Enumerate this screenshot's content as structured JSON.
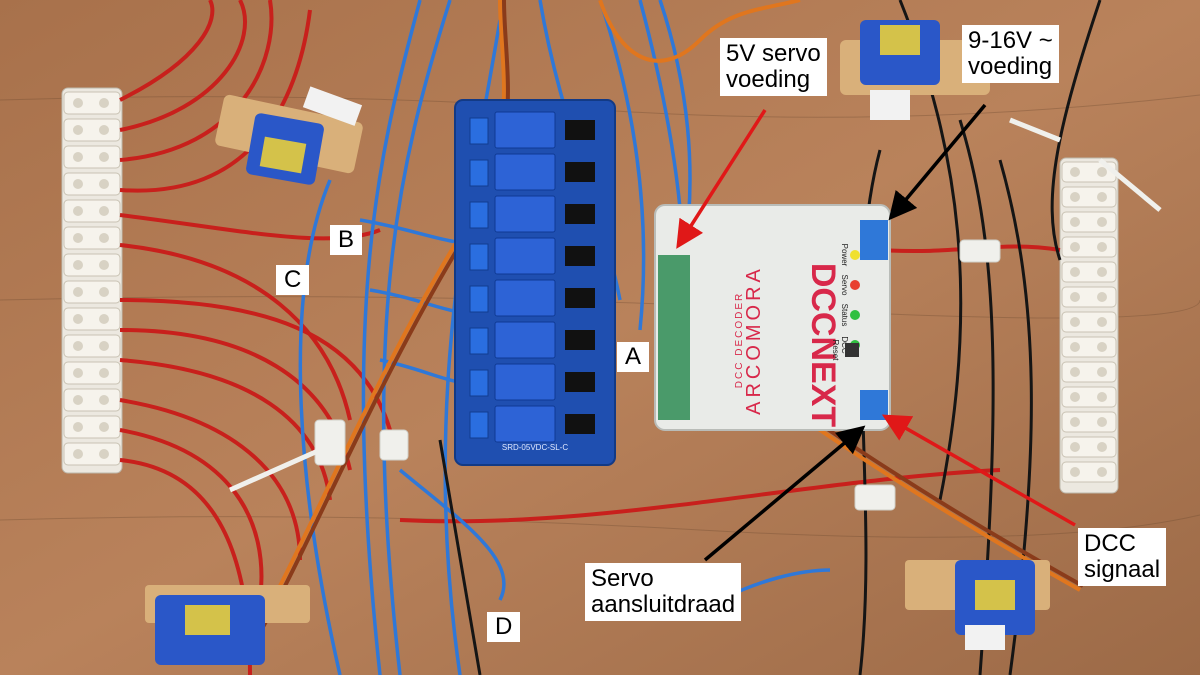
{
  "photo": {
    "labels": {
      "a": "A",
      "b": "B",
      "c": "C",
      "d": "D",
      "servo_supply": "5V servo\nvoeding",
      "main_supply": "9-16V ~\nvoeding",
      "dcc_signal": "DCC\nsignaal",
      "servo_wire": "Servo\naansluitdraad"
    },
    "board": {
      "brand": "ARCOMORA",
      "product": "DCCNEXT",
      "sub": "DCC DECODER",
      "leds": [
        "Power",
        "Servo",
        "Status",
        "DCC"
      ],
      "button": "Reset"
    },
    "relay_board": {
      "module_label": "SRD-05VDC-SL-C",
      "relay_count": 8
    },
    "colors": {
      "wood": "#b07a55",
      "wire_red": "#c8201c",
      "wire_blue": "#2f78d8",
      "wire_orange": "#e0761e",
      "wire_black": "#151515",
      "relay_board": "#1f4fb0",
      "arrow_red": "#e01818",
      "arrow_black": "#000000"
    }
  }
}
